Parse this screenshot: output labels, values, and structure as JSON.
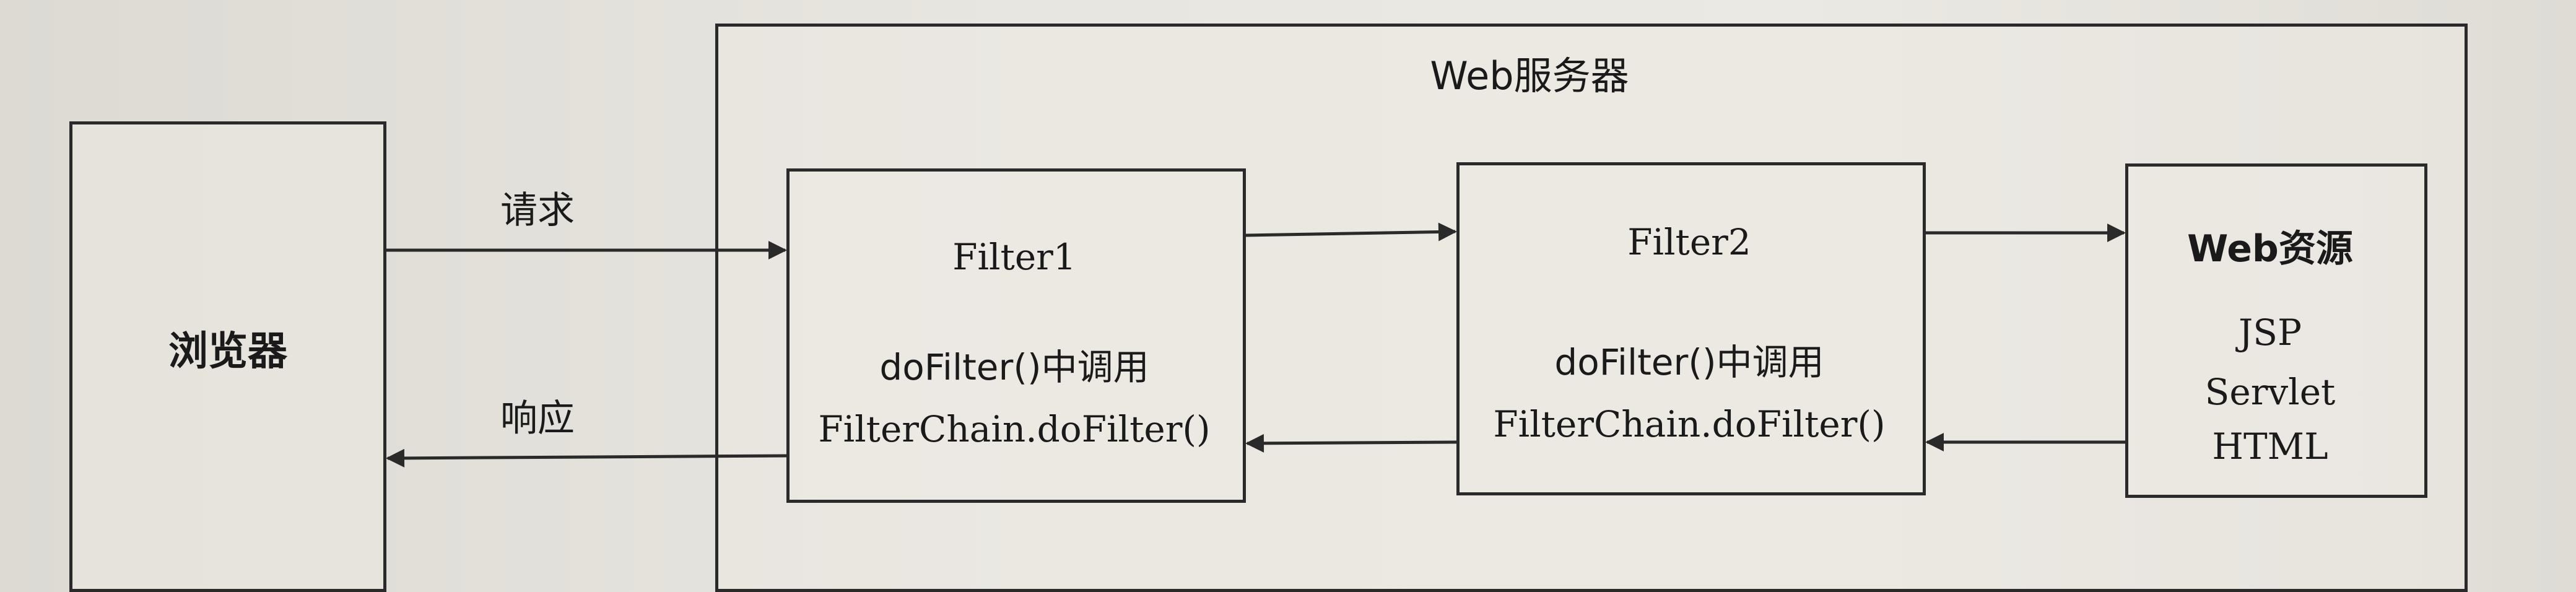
{
  "server": {
    "title": "Web服务器"
  },
  "browser": {
    "label": "浏览器"
  },
  "arrows": {
    "request": "请求",
    "response": "响应"
  },
  "filter1": {
    "name": "Filter1",
    "line1": "doFilter()中调用",
    "line2": "FilterChain.doFilter()"
  },
  "filter2": {
    "name": "Filter2",
    "line1": "doFilter()中调用",
    "line2": "FilterChain.doFilter()"
  },
  "resource": {
    "title": "Web资源",
    "items": [
      "JSP",
      "Servlet",
      "HTML"
    ]
  }
}
